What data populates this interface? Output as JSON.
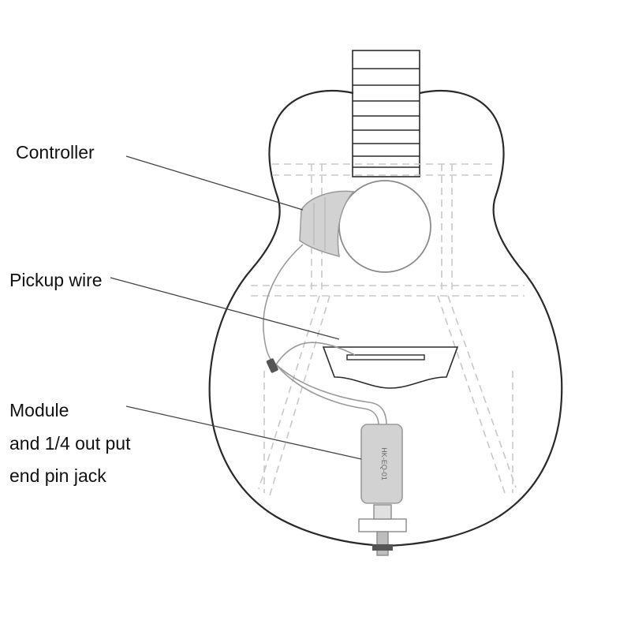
{
  "labels": {
    "controller": "Controller",
    "pickup_wire": "Pickup wire",
    "module_line1": "Module",
    "module_line2": "and 1/4 out put",
    "module_line3": "end pin jack"
  },
  "module_marking": "HK-EQ-01",
  "colors": {
    "outline": "#2a2a2a",
    "dashed": "#c8c8c8",
    "component_fill": "#d2d2d2",
    "component_stroke": "#9a9a9a",
    "leader": "#444444",
    "text": "#111111"
  }
}
